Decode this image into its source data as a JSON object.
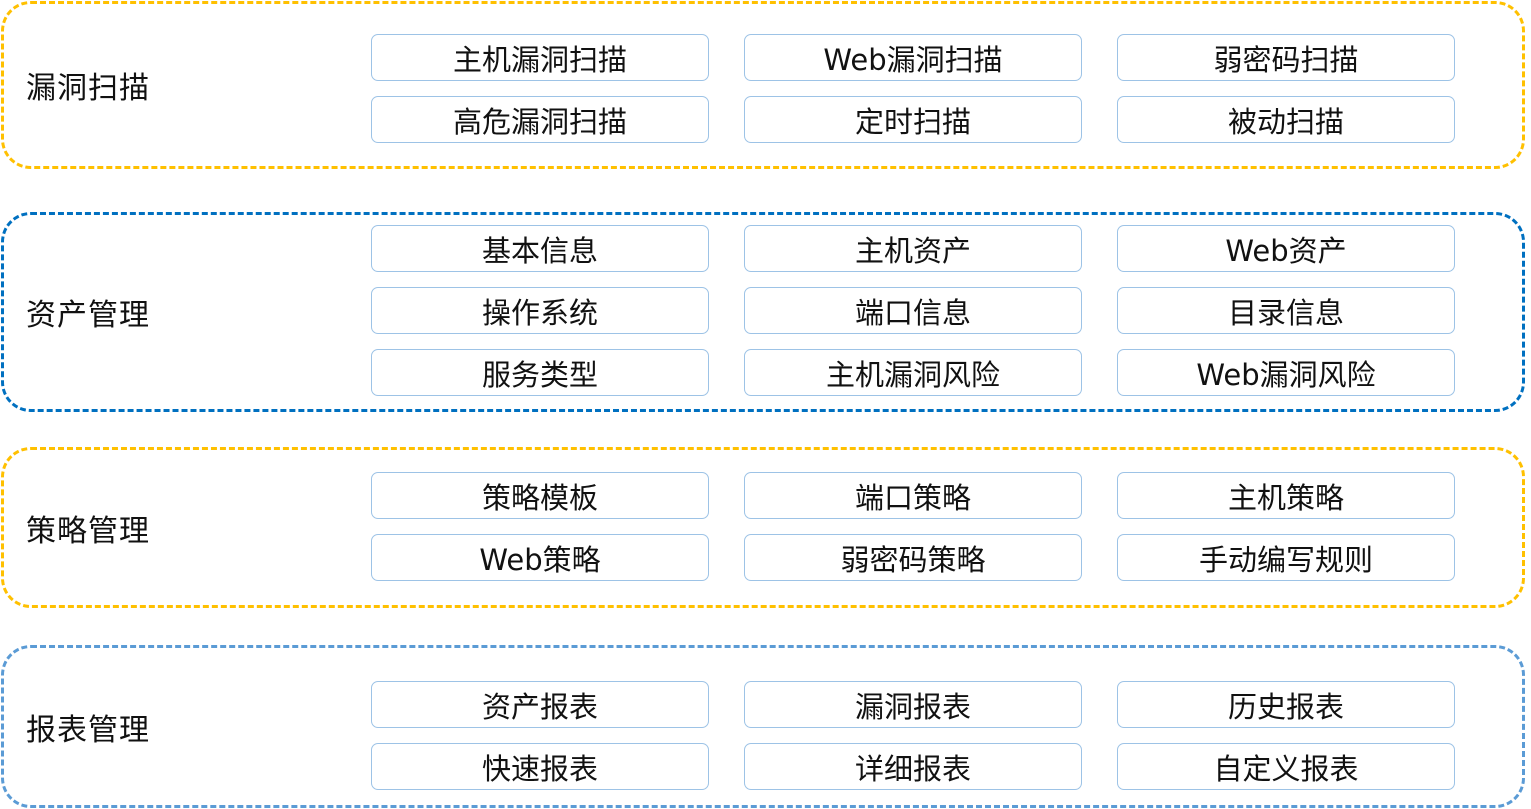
{
  "groups": [
    {
      "title": "漏洞扫描",
      "color": "#FFC000",
      "items": [
        "主机漏洞扫描",
        "Web漏洞扫描",
        "弱密码扫描",
        "高危漏洞扫描",
        "定时扫描",
        "被动扫描"
      ]
    },
    {
      "title": "资产管理",
      "color": "#0070C0",
      "items": [
        "基本信息",
        "主机资产",
        "Web资产",
        "操作系统",
        "端口信息",
        "目录信息",
        "服务类型",
        "主机漏洞风险",
        "Web漏洞风险"
      ]
    },
    {
      "title": "策略管理",
      "color": "#FFC000",
      "items": [
        "策略模板",
        "端口策略",
        "主机策略",
        "Web策略",
        "弱密码策略",
        "手动编写规则"
      ]
    },
    {
      "title": "报表管理",
      "color": "#5B9BD5",
      "items": [
        "资产报表",
        "漏洞报表",
        "历史报表",
        "快速报表",
        "详细报表",
        "自定义报表"
      ]
    }
  ]
}
